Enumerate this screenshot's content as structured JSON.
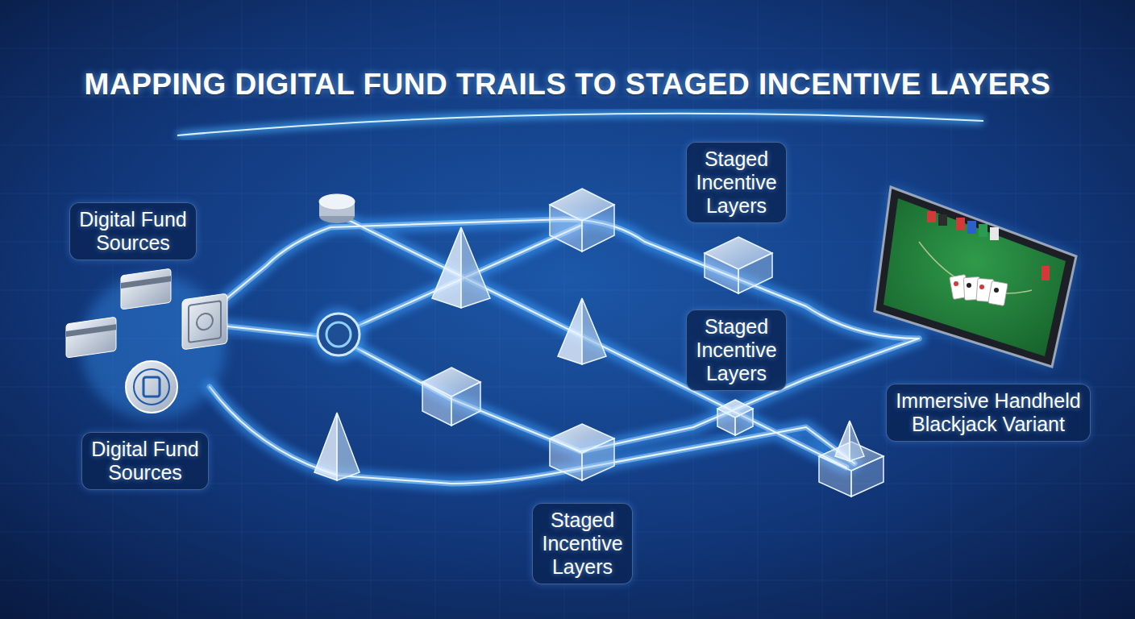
{
  "diagram": {
    "title": "MAPPING DIGITAL FUND TRAILS TO STAGED INCENTIVE LAYERS",
    "nodes": [
      {
        "text": [
          "Staged Incentive Layers"
        ]
      },
      {
        "text": [
          "Digital Fund Sources"
        ]
      },
      {
        "text": [
          "Staged Incentive Layers"
        ]
      },
      {
        "text": [
          "Immersive Handheld Blackjack Variant"
        ]
      },
      {
        "text": [
          "Digital Fund Sources"
        ]
      },
      {
        "text": [
          "Staged Incentive Layers"
        ]
      }
    ]
  }
}
